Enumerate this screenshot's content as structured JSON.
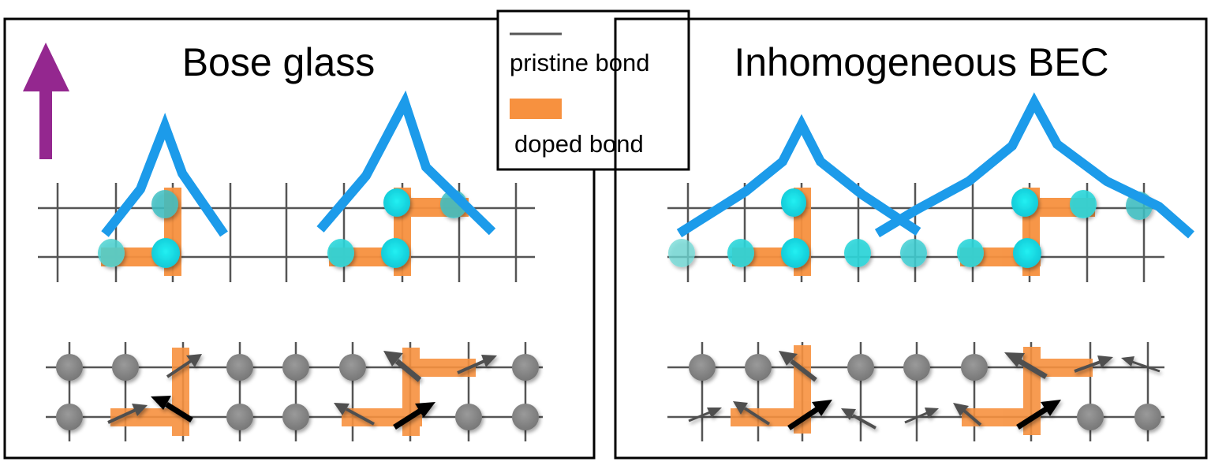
{
  "panels": {
    "left": {
      "title": "Bose glass"
    },
    "right": {
      "title": "Inhomogeneous BEC"
    }
  },
  "legend": {
    "pristine_label": "pristine bond",
    "doped_label": "doped bond"
  },
  "colors": {
    "pristine_bond": "#555555",
    "doped_bond": "#f7913f",
    "envelope": "#1c9bea",
    "boson": "#18dde2",
    "spin_site": "#8a8a8a",
    "arrow_small": "#505050",
    "arrow_large": "#000000",
    "field_arrow": "#94278f"
  },
  "icons": {
    "field_arrow": "field-arrow-icon",
    "spin_arrow": "spin-arrow-icon",
    "site": "lattice-site-icon"
  }
}
